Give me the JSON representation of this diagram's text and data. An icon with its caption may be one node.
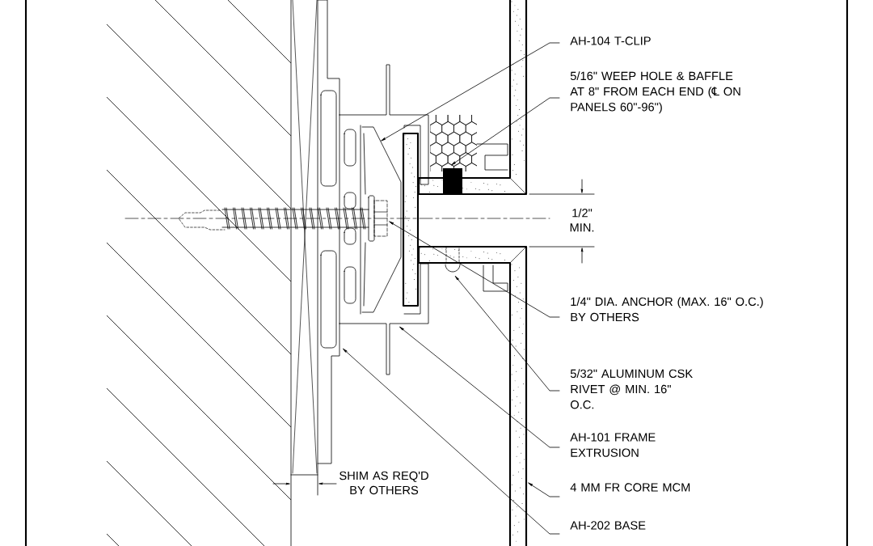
{
  "diagram": {
    "nodes": [
      {
        "text": [
          "AH-104 T-CLIP"
        ]
      },
      {
        "text": [
          "5/16\" WEEP HOLE & BAFFLE AT 8\" FROM EACH END (℄ ON PANELS 60\"-96\")"
        ]
      },
      {
        "text": [
          "1/4\" DIA. ANCHOR (MAX. 16\" O.C.) BY OTHERS"
        ]
      },
      {
        "text": [
          "5/32\" ALUMINUM CSK RIVET @ MIN. 16\" O.C."
        ]
      },
      {
        "text": [
          "AH-101 FRAME EXTRUSION"
        ]
      },
      {
        "text": [
          "4 MM FR CORE MCM"
        ]
      },
      {
        "text": [
          "AH-202 BASE"
        ]
      }
    ],
    "edges": [
      {
        "from": 0,
        "to": null,
        "arrow": "to"
      },
      {
        "from": 1,
        "to": null,
        "arrow": "to"
      },
      {
        "from": 2,
        "to": null,
        "arrow": "to"
      },
      {
        "from": 3,
        "to": null,
        "arrow": "to"
      },
      {
        "from": 4,
        "to": null,
        "arrow": "to"
      },
      {
        "from": 5,
        "to": null,
        "arrow": "to"
      },
      {
        "from": 6,
        "to": null,
        "arrow": "to"
      }
    ],
    "labels": [
      "1/2\" MIN.",
      "SHIM AS REQ'D BY OTHERS"
    ]
  }
}
